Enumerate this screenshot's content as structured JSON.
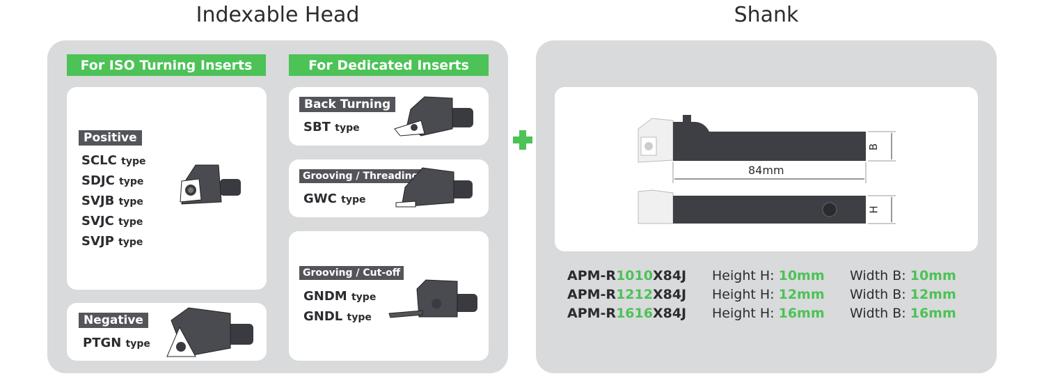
{
  "headings": {
    "left": "Indexable Head",
    "right": "Shank"
  },
  "left": {
    "iso_header": "For ISO Turning Inserts",
    "dedicated_header": "For Dedicated Inserts",
    "positive": {
      "tag": "Positive",
      "types": [
        {
          "name": "SCLC",
          "suffix": "type"
        },
        {
          "name": "SDJC",
          "suffix": "type"
        },
        {
          "name": "SVJB",
          "suffix": "type"
        },
        {
          "name": "SVJC",
          "suffix": "type"
        },
        {
          "name": "SVJP",
          "suffix": "type"
        }
      ]
    },
    "negative": {
      "tag": "Negative",
      "types": [
        {
          "name": "PTGN",
          "suffix": "type"
        }
      ]
    },
    "back_turning": {
      "tag": "Back Turning",
      "types": [
        {
          "name": "SBT",
          "suffix": "type"
        }
      ]
    },
    "grooving_threading": {
      "tag": "Grooving / Threading",
      "types": [
        {
          "name": "GWC",
          "suffix": "type"
        }
      ]
    },
    "grooving_cutoff": {
      "tag": "Grooving / Cut-off",
      "types": [
        {
          "name": "GNDM",
          "suffix": "type"
        },
        {
          "name": "GNDL",
          "suffix": "type"
        }
      ]
    }
  },
  "shank": {
    "dimension_length": "84mm",
    "dim_b": "B",
    "dim_h": "H",
    "models": [
      {
        "prefix": "APM-R",
        "size": "1010",
        "suffix": "X84J",
        "height_label": "Height H:",
        "height": "10mm",
        "width_label": "Width B:",
        "width": "10mm"
      },
      {
        "prefix": "APM-R",
        "size": "1212",
        "suffix": "X84J",
        "height_label": "Height H:",
        "height": "12mm",
        "width_label": "Width B:",
        "width": "12mm"
      },
      {
        "prefix": "APM-R",
        "size": "1616",
        "suffix": "X84J",
        "height_label": "Height H:",
        "height": "16mm",
        "width_label": "Width B:",
        "width": "16mm"
      }
    ]
  },
  "colors": {
    "accent": "#4cc257",
    "panel": "#d9dadb",
    "tag": "#54555a"
  }
}
